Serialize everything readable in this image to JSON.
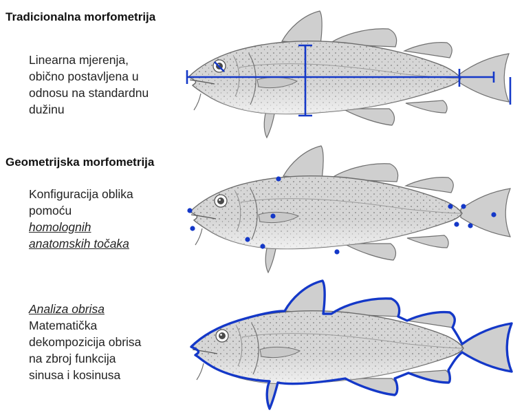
{
  "sections": [
    {
      "heading": "Tradicionalna morfometrija",
      "lines": [
        "Linearna mjerenja,",
        "obično postavljena u",
        "odnosu na standardnu",
        "dužinu"
      ]
    },
    {
      "heading": "Geometrijska morfometrija",
      "lines": [
        "Konfiguracija oblika",
        "pomoću",
        "homolognih",
        "anatomskih točaka"
      ]
    },
    {
      "heading": "",
      "lines": [
        "Analiza obrisa",
        "Matematička",
        "dekompozicija obrisa",
        "na zbroj funkcija",
        "sinusa i kosinusa"
      ]
    }
  ],
  "colors": {
    "accent": "#1438c8",
    "fish_fill": "#d9d9d9",
    "fish_stroke": "#6f6f6f"
  },
  "icons": [
    "fish-illustration"
  ]
}
